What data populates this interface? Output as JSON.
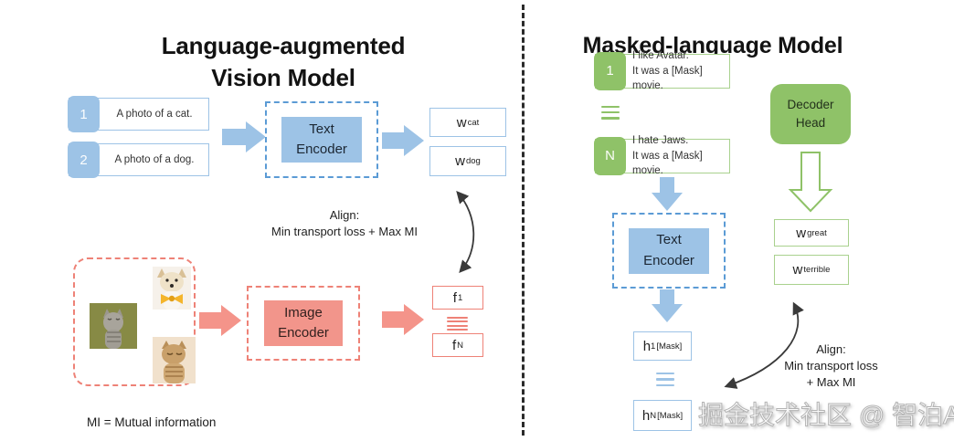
{
  "left_panel": {
    "title": "Language-augmented\nVision Model",
    "inputs": [
      {
        "index": "1",
        "text": "A photo of a cat."
      },
      {
        "index": "2",
        "text": "A photo of a dog."
      }
    ],
    "photos": [
      {
        "label": "gray cat on olive background"
      },
      {
        "label": "dog with yellow bow tie"
      },
      {
        "label": "tabby cat"
      }
    ],
    "text_encoder": "Text\nEncoder",
    "image_encoder": "Image\nEncoder",
    "text_outputs": [
      {
        "base": "w",
        "sub": "cat"
      },
      {
        "base": "w",
        "sub": "dog"
      }
    ],
    "image_outputs": [
      {
        "base": "f",
        "sub": "1"
      },
      {
        "base": "f",
        "sub": "N"
      }
    ],
    "align_note": "Align:\nMin transport loss + Max MI",
    "footnote": "MI = Mutual information"
  },
  "right_panel": {
    "title": "Masked-language Model",
    "inputs": [
      {
        "index": "1",
        "text": "I like Avatar.\nIt was a [Mask] movie."
      },
      {
        "index": "N",
        "text": "I hate Jaws.\nIt was a [Mask] movie."
      }
    ],
    "text_encoder": "Text\nEncoder",
    "decoder_head": "Decoder\nHead",
    "w_outputs": [
      {
        "base": "w",
        "sub": "great"
      },
      {
        "base": "w",
        "sub": "terrible"
      }
    ],
    "h_outputs": [
      {
        "base": "h",
        "sup": "1",
        "sub": "[Mask]"
      },
      {
        "base": "h",
        "sup": "N",
        "sub": "[Mask]"
      }
    ],
    "align_note": "Align:\nMin transport loss\n+ Max MI"
  },
  "watermark": "掘金技术社区 @ 智泊AI",
  "colors": {
    "blue_fill": "#9DC3E6",
    "blue_border": "#5B9BD5",
    "red_fill": "#F4948A",
    "red_border": "#EE8277",
    "green_fill": "#8FC268",
    "green_border": "#A9D18E",
    "text": "#212121",
    "arrow_stroke": "#3A3A3A"
  }
}
